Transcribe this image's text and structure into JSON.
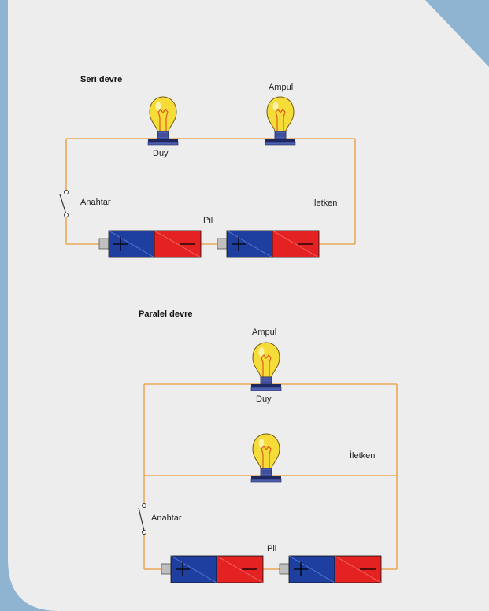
{
  "colors": {
    "background": "#8fb4d2",
    "panel": "#ededed",
    "wire": "#e89a3c",
    "battery_blue": "#1f3fa0",
    "battery_red": "#e52222",
    "bulb_glass": "#f6dc38",
    "bulb_base": "#5060b0"
  },
  "series_circuit": {
    "title": "Seri devre",
    "bulb_label": "Ampul",
    "socket_label": "Duy",
    "switch_label": "Anahtar",
    "battery_label": "Pil",
    "conductor_label": "İletken",
    "components": {
      "bulbs": 2,
      "batteries": 2,
      "switches": 1
    }
  },
  "parallel_circuit": {
    "title": "Paralel devre",
    "bulb_label": "Ampul",
    "socket_label": "Duy",
    "switch_label": "Anahtar",
    "battery_label": "Pil",
    "conductor_label": "İletken",
    "components": {
      "bulbs": 2,
      "batteries": 2,
      "switches": 1
    }
  },
  "icons": {
    "bulb": "light-bulb-icon",
    "battery": "battery-icon",
    "switch": "switch-icon"
  }
}
